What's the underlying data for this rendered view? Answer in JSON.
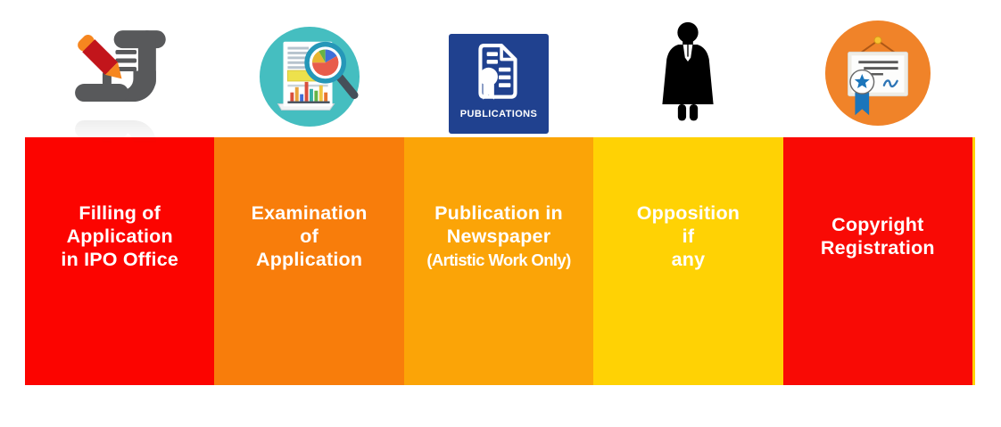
{
  "steps": [
    {
      "label_lines": [
        "Filling of",
        "Application",
        "in IPO Office"
      ],
      "band_color": "#FC0400",
      "icon": "pen-and-scroll-icon",
      "icon_colors": {
        "scroll": "#58595B",
        "pen_body": "#C2151B",
        "pen_tip": "#F6861F"
      }
    },
    {
      "label_lines": [
        "Examination",
        "of",
        "Application"
      ],
      "band_color": "#F87D0B",
      "icon": "report-magnifier-icon",
      "icon_colors": {
        "circle_bg": "#45BEC0",
        "highlight": "#EDE14C",
        "rim": "#2597B8"
      }
    },
    {
      "label_lines": [
        "Publication in",
        "Newspaper",
        "(Artistic Work Only)"
      ],
      "band_color": "#FBA407",
      "icon": "publications-document-icon",
      "icon_bg": "#20418F",
      "icon_caption": "PUBLICATIONS"
    },
    {
      "label_lines": [
        "Opposition",
        "if",
        "any"
      ],
      "band_color": "#FFD204",
      "icon": "advocate-silhouette-icon",
      "icon_colors": {
        "figure": "#000000"
      }
    },
    {
      "label_lines": [
        "Copyright",
        "Registration"
      ],
      "band_color": "#F90A05",
      "icon": "certificate-award-icon",
      "icon_colors": {
        "circle_bg": "#F08329",
        "seal_star": "#1B75BB",
        "ribbon": "#1B75BB"
      }
    }
  ],
  "edge_sliver_color": "#FFD204"
}
